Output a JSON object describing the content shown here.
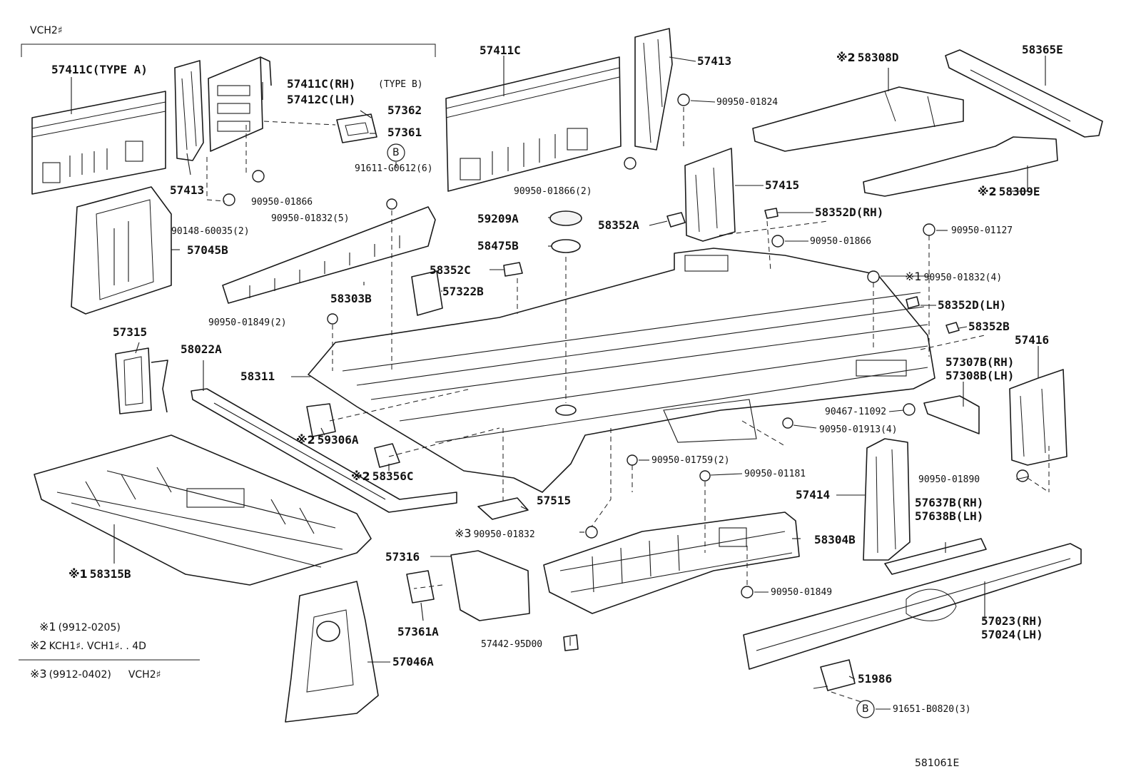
{
  "header": {
    "vch2_label": "VCH2♯"
  },
  "marks": {
    "m1": "※1",
    "m2": "※2",
    "m3": "※3",
    "b": "B"
  },
  "labels": {
    "p57411c_type_a": "57411C(TYPE A)",
    "p57411c_rh": "57411C(RH)",
    "type_b": "(TYPE B)",
    "p57412c_lh": "57412C(LH)",
    "p57362": "57362",
    "p57361": "57361",
    "p91611": "91611-G0612(6)",
    "p57413_left": "57413",
    "p90950_01866_a": "90950-01866",
    "p90148": "90148-60035(2)",
    "p90950_01832_5": "90950-01832(5)",
    "p57045b": "57045B",
    "p58303b": "58303B",
    "p90950_01849_2": "90950-01849(2)",
    "p57315": "57315",
    "p58022a": "58022A",
    "p58311": "58311",
    "p59306a": "59306A",
    "p58356c": "58356C",
    "p58315b": "58315B",
    "p57411c_mid": "57411C",
    "p90950_01866_2": "90950-01866(2)",
    "p59209a": "59209A",
    "p58475b": "58475B",
    "p58352c": "58352C",
    "p57322b": "57322B",
    "p57413_mid": "57413",
    "p90950_01824": "90950-01824",
    "p57415": "57415",
    "p58352a": "58352A",
    "p58352d_rh": "58352D(RH)",
    "p90950_01866_b": "90950-01866",
    "p58308d": "58308D",
    "p58365e": "58365E",
    "p58309e": "58309E",
    "p90950_01127": "90950-01127",
    "p90950_01832_4": "90950-01832(4)",
    "p58352d_lh": "58352D(LH)",
    "p58352b": "58352B",
    "p57416": "57416",
    "p57307b": "57307B(RH)",
    "p57308b": "57308B(LH)",
    "p90467": "90467-11092",
    "p90950_01913": "90950-01913(4)",
    "p90950_01759": "90950-01759(2)",
    "p90950_01181": "90950-01181",
    "p57515": "57515",
    "p90950_01832": "90950-01832",
    "p57414": "57414",
    "p90950_01890": "90950-01890",
    "p57637b": "57637B(RH)",
    "p57638b": "57638B(LH)",
    "p58304b": "58304B",
    "p90950_01849": "90950-01849",
    "p57316": "57316",
    "p57361a": "57361A",
    "p57442": "57442-95D00",
    "p57046a": "57046A",
    "p57023": "57023(RH)",
    "p57024": "57024(LH)",
    "p51986": "51986",
    "p91651": "91651-B0820(3)"
  },
  "notes": {
    "n1_code": "(9912-0205)",
    "n2_code": "KCH1♯. VCH1♯. . 4D",
    "n3_code": "(9912-0402)",
    "n3_model": "VCH2♯"
  },
  "figure_id": "581061E"
}
